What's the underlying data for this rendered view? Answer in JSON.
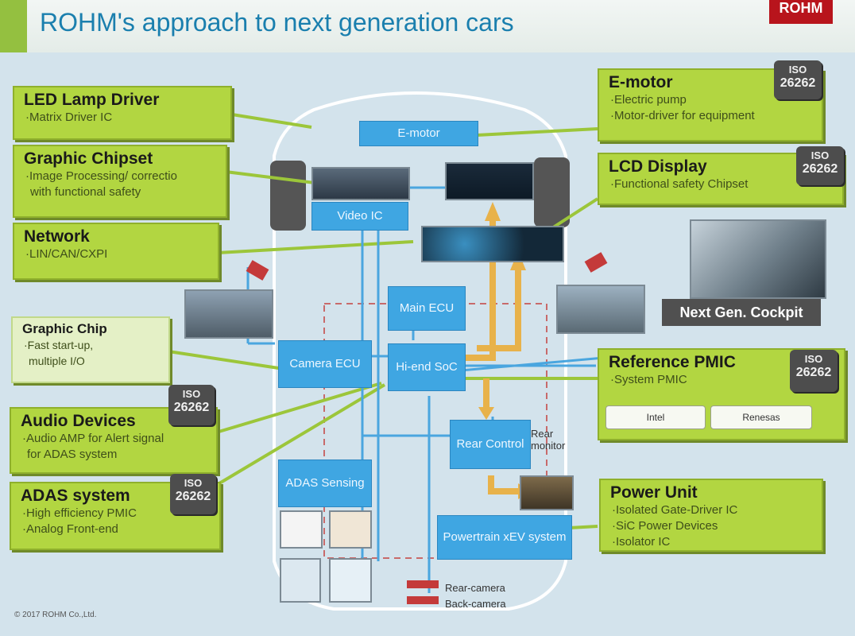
{
  "header": {
    "title": "ROHM's approach to next generation cars",
    "brand": "ROHM"
  },
  "iso": {
    "top": "ISO",
    "num": "26262"
  },
  "left_features": [
    {
      "title": "LED Lamp Driver",
      "items": [
        "·Matrix Driver IC"
      ]
    },
    {
      "title": "Graphic Chipset",
      "items": [
        "·Image Processing/ correctio",
        "with functional safety"
      ]
    },
    {
      "title": "Network",
      "items": [
        "·LIN/CAN/CXPI"
      ]
    },
    {
      "title": "Graphic Chip",
      "items": [
        "·Fast start-up,",
        "multiple I/O"
      ]
    },
    {
      "title": "Audio Devices",
      "items": [
        "·Audio AMP for Alert signal",
        "for ADAS system"
      ]
    },
    {
      "title": "ADAS system",
      "items": [
        "·High efficiency PMIC",
        "·Analog Front-end"
      ]
    }
  ],
  "right_features": [
    {
      "title": "E-motor",
      "items": [
        "·Electric pump",
        "·Motor-driver for equipment"
      ]
    },
    {
      "title": "LCD Display",
      "items": [
        "·Functional safety Chipset"
      ]
    },
    {
      "title": "Reference PMIC",
      "items": [
        "·System PMIC"
      ],
      "chips": [
        "Intel",
        "Renesas"
      ]
    },
    {
      "title": "Power Unit",
      "items": [
        "·Isolated Gate-Driver IC",
        "·SiC Power Devices",
        "·Isolator IC"
      ]
    }
  ],
  "blocks": {
    "emotor": "E-motor",
    "video_ic": "Video IC",
    "main_ecu": "Main ECU",
    "camera_ecu": "Camera ECU",
    "hiend_soc": "Hi-end SoC",
    "rear_control": "Rear Control",
    "adas_sensing": "ADAS Sensing",
    "powertrain": "Powertrain xEV system"
  },
  "labels": {
    "rear_monitor": "Rear monitor",
    "rear_camera": "Rear-camera",
    "back_camera": "Back-camera",
    "next_gen_cockpit": "Next Gen. Cockpit",
    "copyright": "© 2017 ROHM Co.,Ltd."
  },
  "colors": {
    "feature_green": "#b2d641",
    "block_blue": "#3fa6e2",
    "link_orange": "#e8b24a",
    "title_blue": "#1a7fae"
  }
}
